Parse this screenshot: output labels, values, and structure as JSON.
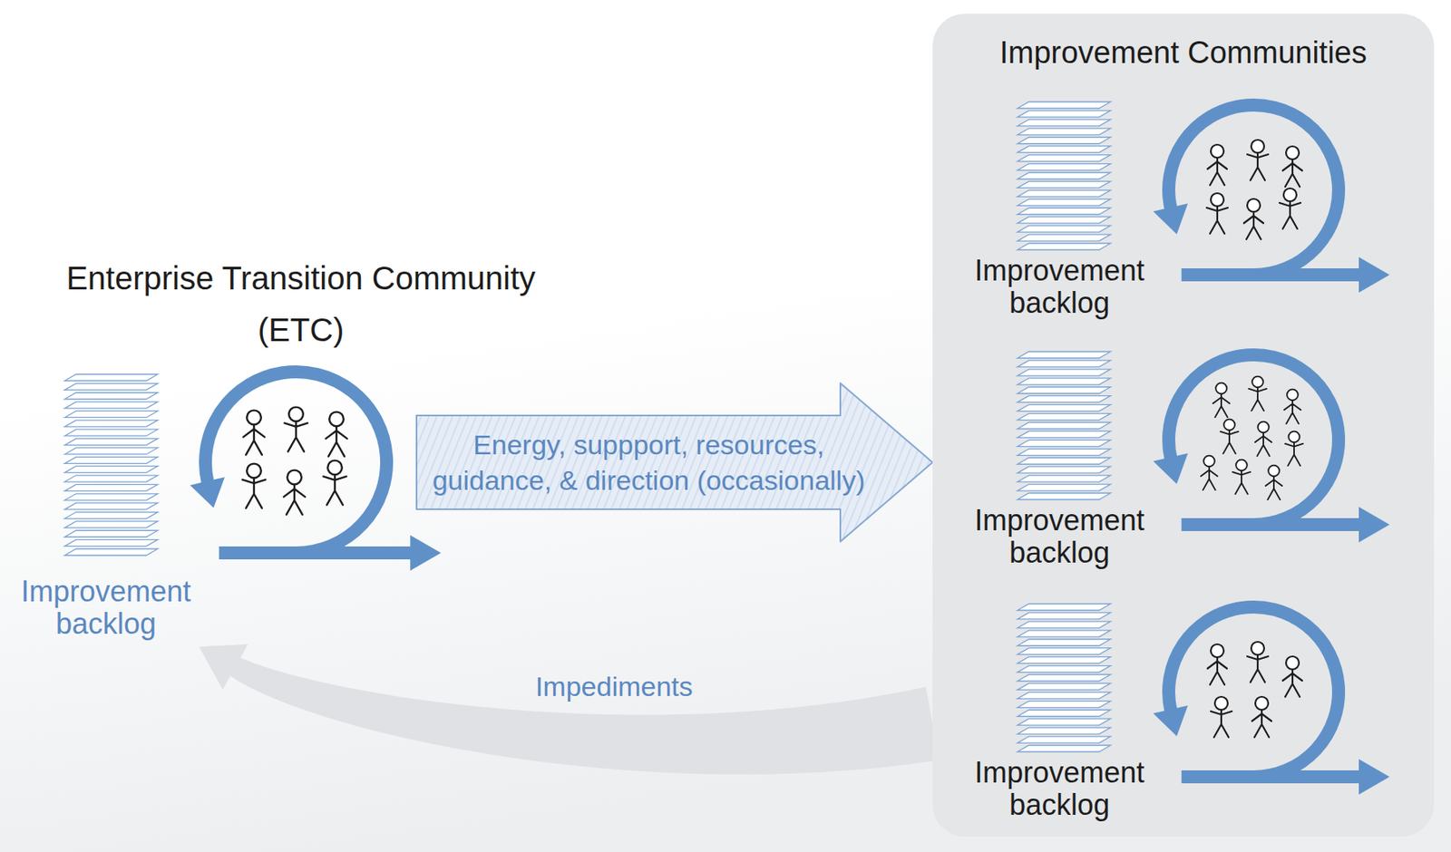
{
  "diagram": {
    "nodes": [
      {
        "text": [
          "Enterprise Transition Community (ETC)",
          "Improvement backlog"
        ]
      },
      {
        "text": [
          "Improvement Communities"
        ]
      },
      {
        "text": [
          "Improvement backlog"
        ],
        "in": 1
      },
      {
        "text": [
          "Improvement backlog"
        ],
        "in": 1
      },
      {
        "text": [
          "Improvement backlog"
        ],
        "in": 1
      }
    ],
    "edges": [
      {
        "from": 0,
        "to": 1,
        "arrow": "to",
        "label": "Energy, suppport, resources, guidance, & direction (occasionally)"
      },
      {
        "from": 1,
        "to": 0,
        "arrow": "to",
        "label": "Impediments"
      }
    ]
  }
}
